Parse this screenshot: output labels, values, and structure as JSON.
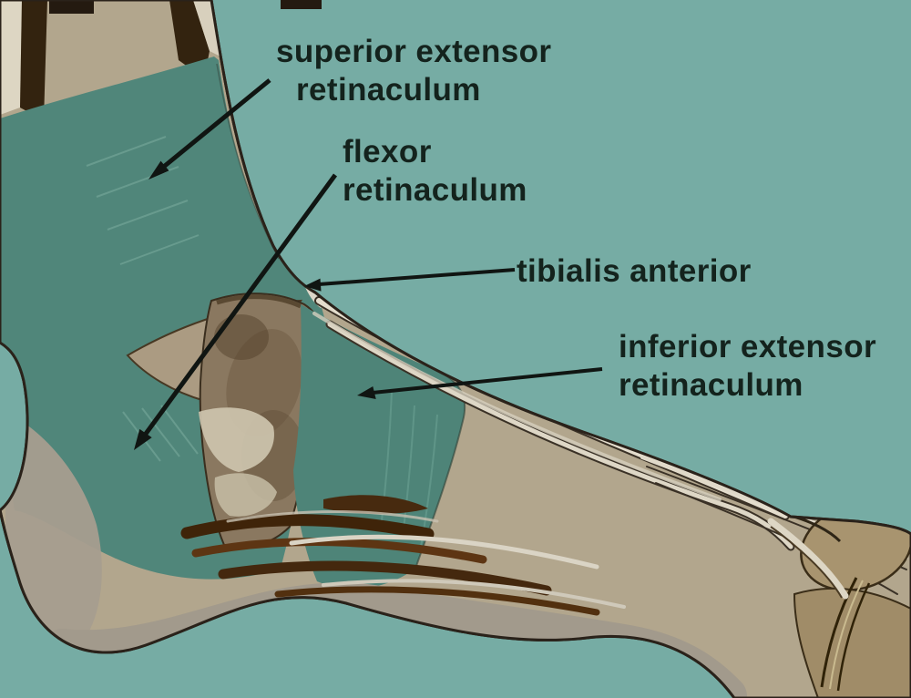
{
  "figure": {
    "type": "anatomical-diagram",
    "subject": "Medial view of the human foot and ankle showing retinacula of the ankle",
    "background_color": "#76aca4",
    "label_text_color": "#14231d",
    "labels": [
      {
        "name": "superior-extensor-retinaculum",
        "line1": "superior extensor",
        "line2": "retinaculum"
      },
      {
        "name": "flexor-retinaculum",
        "line1": "flexor",
        "line2": "retinaculum"
      },
      {
        "name": "tibialis-anterior",
        "line1": "tibialis anterior",
        "line2": ""
      },
      {
        "name": "inferior-extensor-retinaculum",
        "line1": "inferior extensor",
        "line2": "retinaculum"
      }
    ],
    "arrows": [
      {
        "from_label": "superior extensor retinaculum",
        "points_to": "teal fascia band across the lower leg above the ankle"
      },
      {
        "from_label": "flexor retinaculum",
        "points_to": "teal fascia band behind the medial malleolus toward the heel"
      },
      {
        "from_label": "tibialis anterior",
        "points_to": "white tendon at the front of the ankle crease"
      },
      {
        "from_label": "inferior extensor retinaculum",
        "points_to": "teal fascia band across the dorsum of the foot"
      }
    ],
    "colors": {
      "fascia_teal": "#50867a",
      "bone_tan": "#b2a68d",
      "cream_skin": "#ddd6c3",
      "dark_outline": "#2a221a",
      "muscle_brown": "#5d3513",
      "malleolus_brown": "#8a7860",
      "sole_gray": "#a49b8d",
      "tendon_white": "#e4ddcd",
      "arrow_black": "#101512"
    }
  }
}
